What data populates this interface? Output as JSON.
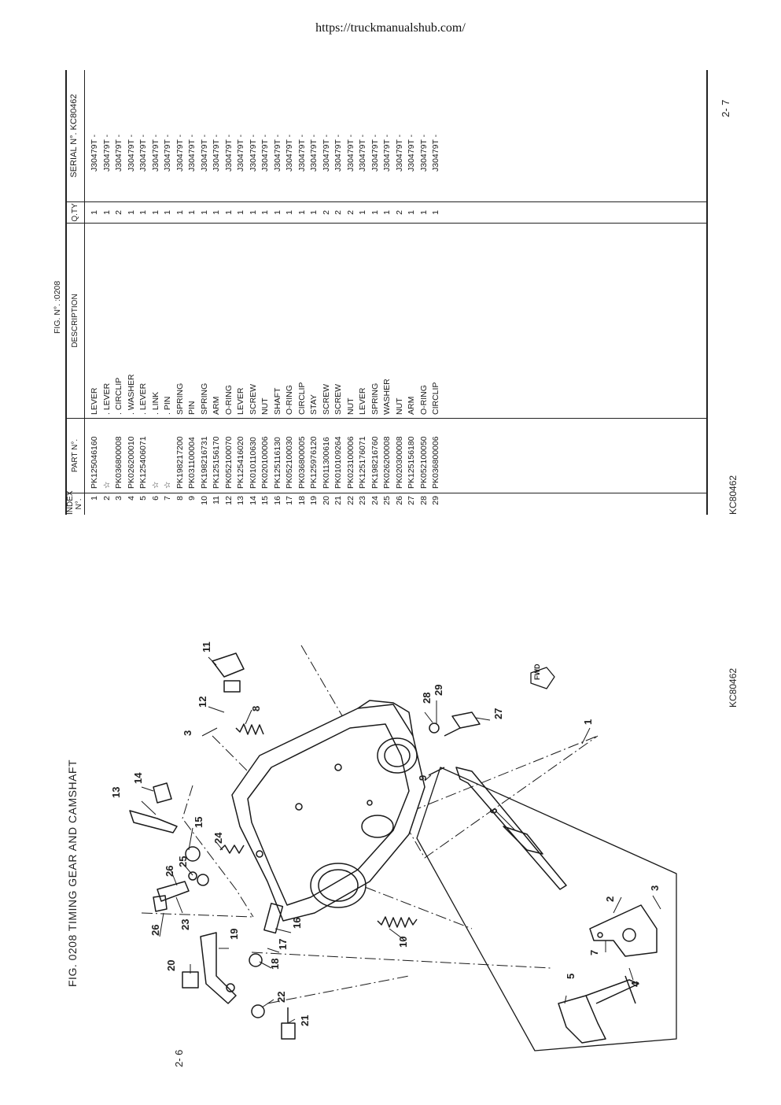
{
  "header": {
    "url": "https://truckmanualshub.com/"
  },
  "left_page": {
    "fig_title": "FIG. 0208   TIMING GEAR AND CAMSHAFT",
    "page_number": "2- 6",
    "code": "KC80462",
    "fwd_label": "FWD",
    "callouts": [
      "1",
      "2",
      "3",
      "3",
      "4",
      "5",
      "6",
      "7",
      "8",
      "9",
      "10",
      "11",
      "12",
      "13",
      "14",
      "15",
      "16",
      "17",
      "18",
      "19",
      "20",
      "21",
      "22",
      "23",
      "24",
      "25",
      "26",
      "26",
      "27",
      "28",
      "29"
    ]
  },
  "right_page": {
    "fig_no": "FIG. N°.    :0208",
    "page_number": "2- 7",
    "code": "KC80462",
    "table": {
      "headers": {
        "index_line1": "INDEX",
        "index_line2": "N°.",
        "part": "PART N°.",
        "description": "DESCRIPTION",
        "qty": "Q.TY",
        "serial": "SERIAL N°. KC80462"
      },
      "rows": [
        {
          "idx": "1",
          "part": "PK125046160",
          "desc": "LEVER",
          "qty": "1",
          "serial": "J30479T -"
        },
        {
          "idx": "2",
          "part": "☆",
          "desc": ". LEVER",
          "qty": "1",
          "serial": "J30479T -"
        },
        {
          "idx": "3",
          "part": "PK036800008",
          "desc": ". CIRCLIP",
          "qty": "2",
          "serial": "J30479T -"
        },
        {
          "idx": "4",
          "part": "PK026200010",
          "desc": ". WASHER",
          "qty": "1",
          "serial": "J30479T -"
        },
        {
          "idx": "5",
          "part": "PK125406071",
          "desc": ". LEVER",
          "qty": "1",
          "serial": "J30479T -"
        },
        {
          "idx": "6",
          "part": "☆",
          "desc": ". LINK",
          "qty": "1",
          "serial": "J30479T -"
        },
        {
          "idx": "7",
          "part": "☆",
          "desc": ". PIN",
          "qty": "1",
          "serial": "J30479T -"
        },
        {
          "idx": "8",
          "part": "PK198217200",
          "desc": "SPRING",
          "qty": "1",
          "serial": "J30479T -"
        },
        {
          "idx": "9",
          "part": "PK031100004",
          "desc": "PIN",
          "qty": "1",
          "serial": "J30479T -"
        },
        {
          "idx": "10",
          "part": "PK198216731",
          "desc": "SPRING",
          "qty": "1",
          "serial": "J30479T -"
        },
        {
          "idx": "11",
          "part": "PK125156170",
          "desc": "ARM",
          "qty": "1",
          "serial": "J30479T -"
        },
        {
          "idx": "12",
          "part": "PK052100070",
          "desc": "O-RING",
          "qty": "1",
          "serial": "J30479T -"
        },
        {
          "idx": "13",
          "part": "PK125416020",
          "desc": "LEVER",
          "qty": "1",
          "serial": "J30479T -"
        },
        {
          "idx": "14",
          "part": "PK010110630",
          "desc": "SCREW",
          "qty": "1",
          "serial": "J30479T -"
        },
        {
          "idx": "15",
          "part": "PK020100006",
          "desc": "NUT",
          "qty": "1",
          "serial": "J30479T -"
        },
        {
          "idx": "16",
          "part": "PK125116130",
          "desc": "SHAFT",
          "qty": "1",
          "serial": "J30479T -"
        },
        {
          "idx": "17",
          "part": "PK052100030",
          "desc": "O-RING",
          "qty": "1",
          "serial": "J30479T -"
        },
        {
          "idx": "18",
          "part": "PK036800005",
          "desc": "CIRCLIP",
          "qty": "1",
          "serial": "J30479T -"
        },
        {
          "idx": "19",
          "part": "PK125976120",
          "desc": "STAY",
          "qty": "1",
          "serial": "J30479T -"
        },
        {
          "idx": "20",
          "part": "PK011300616",
          "desc": "SCREW",
          "qty": "2",
          "serial": "J30479T -"
        },
        {
          "idx": "21",
          "part": "PK010109264",
          "desc": "SCREW",
          "qty": "2",
          "serial": "J30479T -"
        },
        {
          "idx": "22",
          "part": "PK023100006",
          "desc": "NUT",
          "qty": "2",
          "serial": "J30479T -"
        },
        {
          "idx": "23",
          "part": "PK125176071",
          "desc": "LEVER",
          "qty": "1",
          "serial": "J30479T -"
        },
        {
          "idx": "24",
          "part": "PK198216760",
          "desc": "SPRING",
          "qty": "1",
          "serial": "J30479T -"
        },
        {
          "idx": "25",
          "part": "PK026200008",
          "desc": "WASHER",
          "qty": "1",
          "serial": "J30479T -"
        },
        {
          "idx": "26",
          "part": "PK020300008",
          "desc": "NUT",
          "qty": "2",
          "serial": "J30479T -"
        },
        {
          "idx": "27",
          "part": "PK125156180",
          "desc": "ARM",
          "qty": "1",
          "serial": "J30479T -"
        },
        {
          "idx": "28",
          "part": "PK052100050",
          "desc": "O-RING",
          "qty": "1",
          "serial": "J30479T -"
        },
        {
          "idx": "29",
          "part": "PK036800006",
          "desc": "CIRCLIP",
          "qty": "1",
          "serial": "J30479T -"
        }
      ]
    }
  }
}
